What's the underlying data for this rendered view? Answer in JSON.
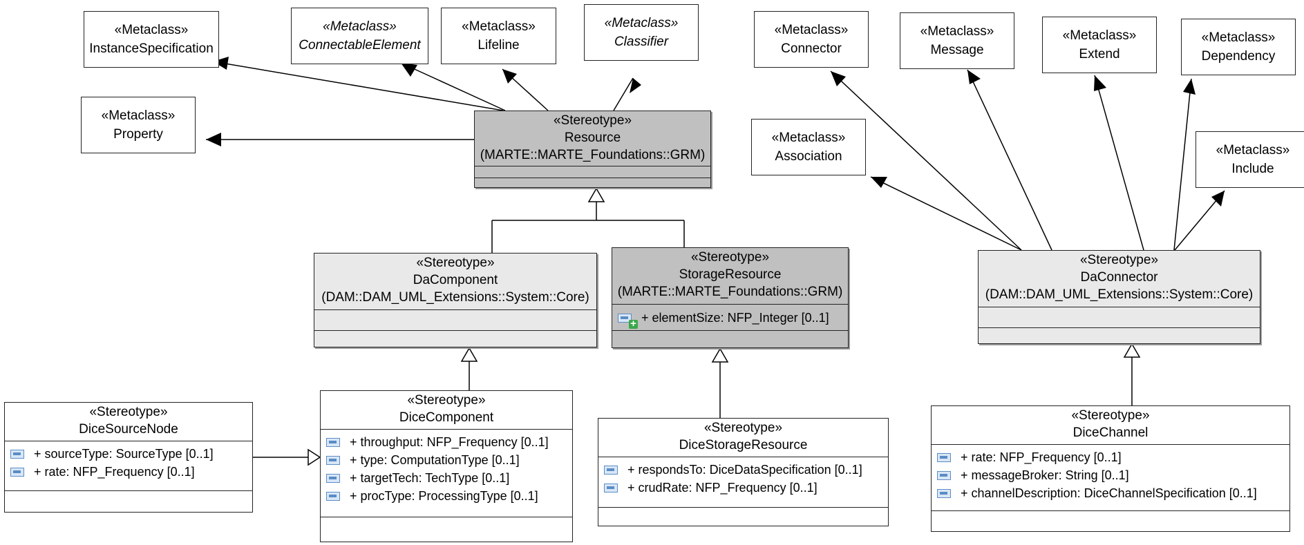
{
  "metaclasses": {
    "instance_specification": {
      "kw": "«Metaclass»",
      "name": "InstanceSpecification"
    },
    "connectable_element": {
      "kw": "«Metaclass»",
      "name": "ConnectableElement"
    },
    "lifeline": {
      "kw": "«Metaclass»",
      "name": "Lifeline"
    },
    "classifier": {
      "kw": "«Metaclass»",
      "name": "Classifier"
    },
    "property": {
      "kw": "«Metaclass»",
      "name": "Property"
    },
    "connector": {
      "kw": "«Metaclass»",
      "name": "Connector"
    },
    "message": {
      "kw": "«Metaclass»",
      "name": "Message"
    },
    "extend": {
      "kw": "«Metaclass»",
      "name": "Extend"
    },
    "dependency": {
      "kw": "«Metaclass»",
      "name": "Dependency"
    },
    "association": {
      "kw": "«Metaclass»",
      "name": "Association"
    },
    "include": {
      "kw": "«Metaclass»",
      "name": "Include"
    }
  },
  "stereotypes": {
    "resource": {
      "kw": "«Stereotype»",
      "name": "Resource",
      "ns": "(MARTE::MARTE_Foundations::GRM)"
    },
    "da_component": {
      "kw": "«Stereotype»",
      "name": "DaComponent",
      "ns": "(DAM::DAM_UML_Extensions::System::Core)"
    },
    "storage_resource": {
      "kw": "«Stereotype»",
      "name": "StorageResource",
      "ns": "(MARTE::MARTE_Foundations::GRM)",
      "attrs": [
        "+ elementSize: NFP_Integer [0..1]"
      ]
    },
    "da_connector": {
      "kw": "«Stereotype»",
      "name": "DaConnector",
      "ns": "(DAM::DAM_UML_Extensions::System::Core)"
    },
    "dice_source_node": {
      "kw": "«Stereotype»",
      "name": "DiceSourceNode",
      "attrs": [
        "+ sourceType: SourceType [0..1]",
        "+ rate: NFP_Frequency [0..1]"
      ]
    },
    "dice_component": {
      "kw": "«Stereotype»",
      "name": "DiceComponent",
      "attrs": [
        "+ throughput: NFP_Frequency [0..1]",
        "+ type: ComputationType [0..1]",
        "+ targetTech: TechType [0..1]",
        "+ procType: ProcessingType [0..1]"
      ]
    },
    "dice_storage_resource": {
      "kw": "«Stereotype»",
      "name": "DiceStorageResource",
      "attrs": [
        "+ respondsTo: DiceDataSpecification [0..1]",
        "+ crudRate: NFP_Frequency [0..1]"
      ]
    },
    "dice_channel": {
      "kw": "«Stereotype»",
      "name": "DiceChannel",
      "attrs": [
        "+ rate: NFP_Frequency [0..1]",
        "+ messageBroker: String [0..1]",
        "+ channelDescription: DiceChannelSpecification [0..1]"
      ]
    }
  }
}
